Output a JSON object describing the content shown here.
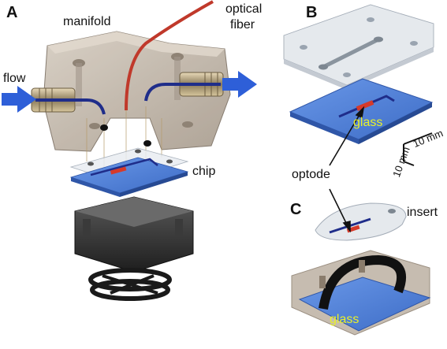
{
  "panels": {
    "a": "A",
    "b": "B",
    "c": "C"
  },
  "labels": {
    "manifold": "manifold",
    "optical_fiber_line1": "optical",
    "optical_fiber_line2": "fiber",
    "flow": "flow",
    "chip": "chip",
    "glass_b": "glass",
    "glass_c": "glass",
    "optode": "optode",
    "insert": "insert",
    "scale_x": "10 mm",
    "scale_y": "10 mm"
  },
  "colors": {
    "manifold": "#c9bfb3",
    "chip_glass": "#4f7fd6",
    "fiber": "#c0392b",
    "flow_arrow": "#2e5fd8",
    "channel": "#1f2d8a",
    "optode_spot": "#d63a2a",
    "clamp": "#2b2b2b",
    "glass_text": "#e8f02a"
  }
}
